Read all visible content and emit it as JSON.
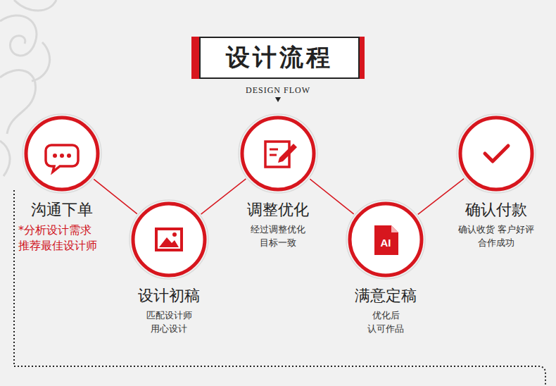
{
  "diagram": {
    "title": "设计流程",
    "nodes": [
      {
        "text": [
          "沟通下单",
          "*分析设计需求 推荐最佳设计师"
        ]
      },
      {
        "text": [
          "设计初稿",
          "匹配设计师 用心设计"
        ]
      },
      {
        "text": [
          "调整优化",
          "经过调整优化 目标一致"
        ]
      },
      {
        "text": [
          "满意定稿",
          "优化后 认可作品"
        ]
      },
      {
        "text": [
          "确认付款",
          "确认收货 客户好评 合作成功"
        ]
      }
    ],
    "edges": [
      {
        "from": 0,
        "to": 1,
        "arrow": "none"
      },
      {
        "from": 1,
        "to": 2,
        "arrow": "none"
      },
      {
        "from": 2,
        "to": 3,
        "arrow": "none"
      },
      {
        "from": 3,
        "to": 4,
        "arrow": "none"
      }
    ],
    "labels": [
      "DESIGN FLOW",
      "AI"
    ]
  }
}
